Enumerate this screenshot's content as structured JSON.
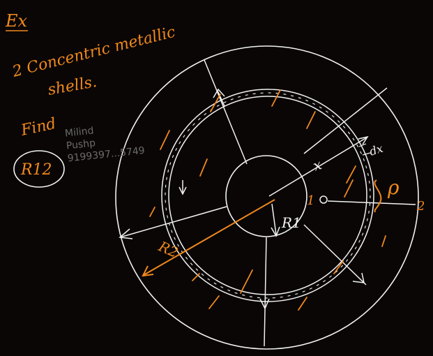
{
  "board": {
    "background": "#0b0606",
    "ink_orange": "#f08a1c",
    "ink_white": "#f2f2f2",
    "ink_watermark": "#6a6a6a"
  },
  "notes": {
    "heading": "Ex",
    "line1": "2 Concentric metallic",
    "line2": "shells.",
    "find": "Find",
    "target": "R12"
  },
  "watermark": {
    "line1": "Milind",
    "line2": "Pushp",
    "line3": "9199397...5749"
  },
  "diagram": {
    "label_x": "x",
    "label_dx": "dx",
    "label_rho": "ρ",
    "label_r1": "R1",
    "label_r2": "R2",
    "terminal_1": "1",
    "terminal_2": "2"
  }
}
